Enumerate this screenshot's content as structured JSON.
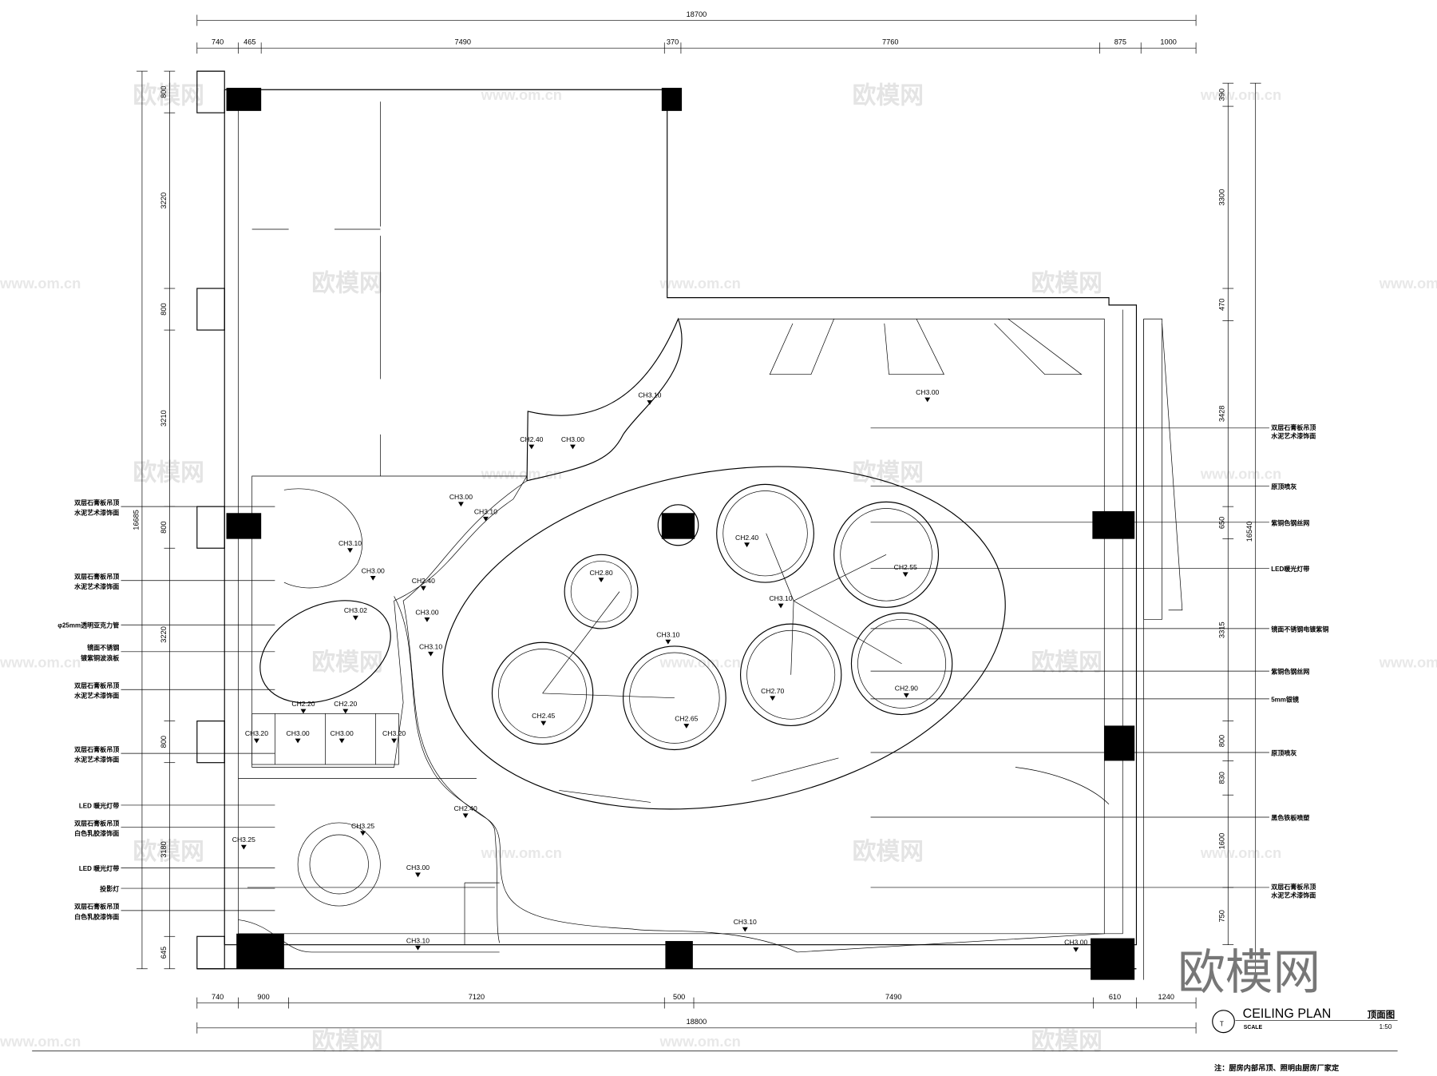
{
  "title": {
    "main": "CEILING PLAN",
    "cn": "顶面图",
    "scale_label": "SCALE",
    "scale": "1:50",
    "symbol": "T",
    "note": "注：厨房内部吊顶、照明由厨房厂家定"
  },
  "watermark": {
    "logo": "欧模网",
    "url": "www.om.cn"
  },
  "dims": {
    "top_total": "18700",
    "top": [
      "740",
      "465",
      "7490",
      "370",
      "7760",
      "875",
      "1000"
    ],
    "bottom_total": "18800",
    "bottom": [
      "740",
      "900",
      "7120",
      "500",
      "7490",
      "610",
      "1240"
    ],
    "left_total": "16685",
    "left": [
      "800",
      "3220",
      "800",
      "3210",
      "800",
      "3220",
      "800",
      "3180",
      "645"
    ],
    "right_total": "16540",
    "right": [
      "390",
      "3300",
      "470",
      "3428",
      "650",
      "3315",
      "800",
      "830",
      "1600",
      "750"
    ]
  },
  "ceiling_heights": [
    "CH3.10",
    "CH2.40",
    "CH3.00",
    "CH3.00",
    "CH3.00",
    "CH3.10",
    "CH3.10",
    "CH3.00",
    "CH2.40",
    "CH3.02",
    "CH3.00",
    "CH3.10",
    "CH2.80",
    "CH2.40",
    "CH2.55",
    "CH3.10",
    "CH3.10",
    "CH2.45",
    "CH2.65",
    "CH2.70",
    "CH2.90",
    "CH2.20",
    "CH2.20",
    "CH3.20",
    "CH3.00",
    "CH3.00",
    "CH3.20",
    "CH2.40",
    "CH3.25",
    "CH3.25",
    "CH3.00",
    "CH3.10",
    "CH3.10",
    "CH3.00"
  ],
  "left_callouts": [
    [
      "双层石膏板吊顶",
      "水泥艺术漆饰面"
    ],
    [
      "双层石膏板吊顶",
      "水泥艺术漆饰面"
    ],
    [
      "φ25mm透明亚克力管"
    ],
    [
      "镜面不锈钢",
      "镀紫铜波浪板"
    ],
    [
      "双层石膏板吊顶",
      "水泥艺术漆饰面"
    ],
    [
      "双层石膏板吊顶",
      "水泥艺术漆饰面"
    ],
    [
      "LED 暖光灯带"
    ],
    [
      "双层石膏板吊顶",
      "白色乳胶漆饰面"
    ],
    [
      "LED 暖光灯带"
    ],
    [
      "投影灯"
    ],
    [
      "双层石膏板吊顶",
      "白色乳胶漆饰面"
    ]
  ],
  "right_callouts": [
    [
      "双层石膏板吊顶",
      "水泥艺术漆饰面"
    ],
    [
      "原顶喷灰"
    ],
    [
      "紫铜色钢丝网"
    ],
    [
      "LED暖光灯带"
    ],
    [
      "镜面不锈钢电镀紫铜"
    ],
    [
      "紫铜色钢丝网"
    ],
    [
      "5mm银镜"
    ],
    [
      "原顶喷灰"
    ],
    [
      "黑色铁板喷塑"
    ],
    [
      "双层石膏板吊顶",
      "水泥艺术漆饰面"
    ]
  ]
}
